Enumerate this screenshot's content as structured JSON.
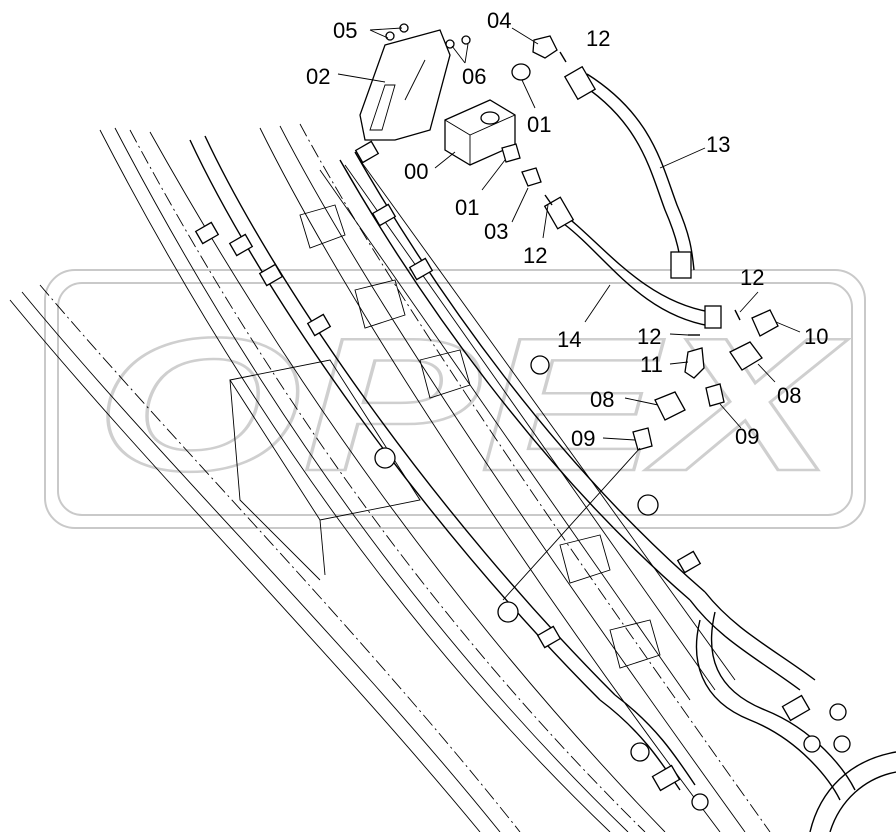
{
  "diagram": {
    "watermark": "OPEX",
    "part_labels": [
      {
        "id": "lbl-05",
        "text": "05"
      },
      {
        "id": "lbl-04",
        "text": "04"
      },
      {
        "id": "lbl-12-top",
        "text": "12"
      },
      {
        "id": "lbl-02",
        "text": "02"
      },
      {
        "id": "lbl-06",
        "text": "06"
      },
      {
        "id": "lbl-01-a",
        "text": "01"
      },
      {
        "id": "lbl-13",
        "text": "13"
      },
      {
        "id": "lbl-00",
        "text": "00"
      },
      {
        "id": "lbl-01-b",
        "text": "01"
      },
      {
        "id": "lbl-03",
        "text": "03"
      },
      {
        "id": "lbl-12-mid",
        "text": "12"
      },
      {
        "id": "lbl-12-right",
        "text": "12"
      },
      {
        "id": "lbl-14",
        "text": "14"
      },
      {
        "id": "lbl-12-low",
        "text": "12"
      },
      {
        "id": "lbl-10",
        "text": "10"
      },
      {
        "id": "lbl-11",
        "text": "11"
      },
      {
        "id": "lbl-08-a",
        "text": "08"
      },
      {
        "id": "lbl-08-b",
        "text": "08"
      },
      {
        "id": "lbl-09-a",
        "text": "09"
      },
      {
        "id": "lbl-09-b",
        "text": "09"
      }
    ]
  }
}
